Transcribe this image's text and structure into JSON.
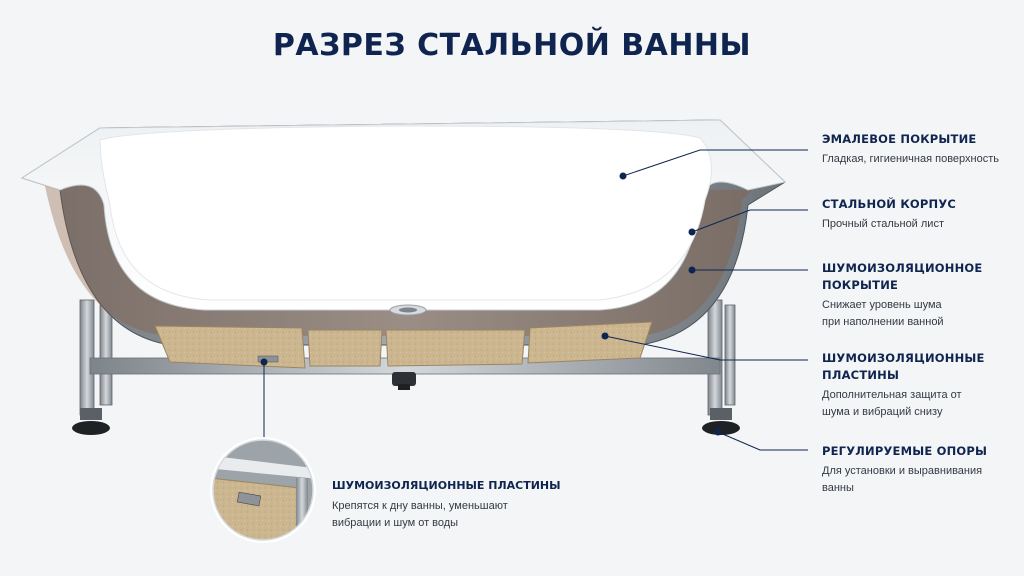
{
  "title": "РАЗРЕЗ СТАЛЬНОЙ ВАННЫ",
  "callouts": [
    {
      "heading": "ЭМАЛЕВОЕ ПОКРЫТИЕ",
      "description": "Гладкая, гигиеничная поверхность"
    },
    {
      "heading": "СТАЛЬНОЙ КОРПУС",
      "description": "Прочный стальной лист"
    },
    {
      "heading": "ШУМОИЗОЛЯЦИОННОЕ ПОКРЫТИЕ",
      "description": "Снижает уровень шума при наполнении ванной"
    },
    {
      "heading": "ШУМОИЗОЛЯЦИОННЫЕ ПЛАСТИНЫ",
      "description": "Дополнительная защита от шума и вибраций снизу"
    },
    {
      "heading": "РЕГУЛИРУЕМЫЕ ОПОРЫ",
      "description": "Для установки и выравнивания ванны"
    }
  ],
  "inset": {
    "heading": "ШУМОИЗОЛЯЦИОННЫЕ ПЛАСТИНЫ",
    "description": "Крепятся к дну ванны, уменьшают вибрации и шум от воды"
  },
  "colors": {
    "accent": "#0f2550",
    "enamel": "#ffffff",
    "steel": "#8d9399",
    "pad": "#c9b48f"
  }
}
